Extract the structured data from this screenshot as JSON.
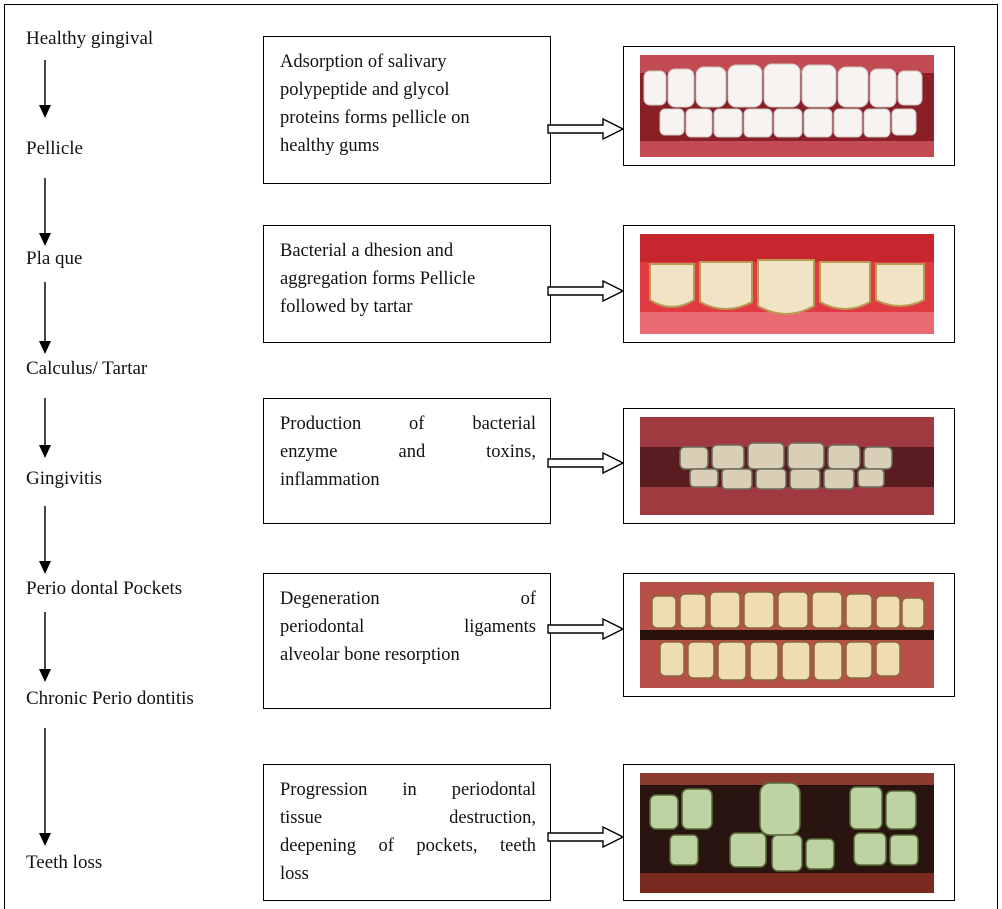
{
  "stages": [
    "Healthy gingival",
    "Pellicle",
    "Pla que",
    "Calculus/ Tartar",
    "Gingivitis",
    "Perio dontal Pockets",
    "Chronic Perio dontitis",
    "Teeth loss"
  ],
  "boxes": [
    {
      "lines": [
        "Adsorption of salivary",
        "polypeptide and glycol",
        "proteins forms pellicle  on",
        "healthy gums"
      ]
    },
    {
      "lines": [
        "Bacterial a dhesion and",
        "aggregation forms Pellicle",
        "followed by tartar"
      ]
    },
    {
      "lines": [
        "Production   of   bacterial",
        "enzyme    and    toxins,",
        "inflammation"
      ]
    },
    {
      "lines": [
        "Degeneration of",
        "periodontal ligaments",
        "alveolar bone resorption"
      ]
    },
    {
      "lines": [
        "Progression  in  periodontal",
        "tissue destruction,",
        "deepening of pockets, teeth",
        "loss"
      ]
    }
  ],
  "photos": [
    {
      "label": "healthy-teeth-photo",
      "gum": "#c9535a",
      "tooth": "#f4f1ee",
      "bg": "#7a1a22"
    },
    {
      "label": "plaque-teeth-photo",
      "gum": "#e0626a",
      "tooth": "#efe2c2",
      "bg": "#d8363c"
    },
    {
      "label": "gingivitis-teeth-photo",
      "gum": "#a33a3e",
      "tooth": "#d9cfb8",
      "bg": "#5a1a1c"
    },
    {
      "label": "periodontal-teeth-photo",
      "gum": "#c05a52",
      "tooth": "#ecd9b0",
      "bg": "#3a1a14"
    },
    {
      "label": "teeth-loss-photo",
      "gum": "#8a3a2e",
      "tooth": "#bcd0a0",
      "bg": "#2a1a10"
    }
  ]
}
